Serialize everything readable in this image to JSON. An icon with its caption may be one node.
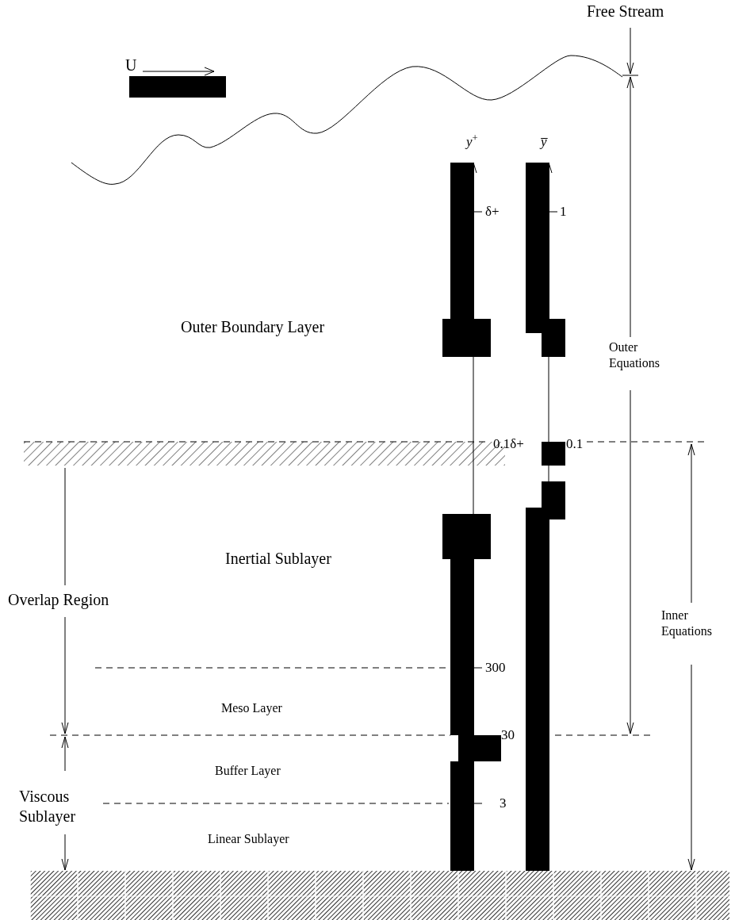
{
  "diagram": {
    "labels": [
      "Free Stream",
      "U",
      "*y*$^{+}$",
      "*y̅*",
      "δ+",
      "1",
      "Outer Boundary Layer",
      "Outer Equations",
      "0.1δ+",
      "0.1",
      "Inertial Sublayer",
      "Overlap Region",
      "Inner Equations",
      "300",
      "Meso Layer",
      "30",
      "Buffer Layer",
      "Viscous Sublayer",
      "3",
      "Linear Sublayer"
    ]
  }
}
